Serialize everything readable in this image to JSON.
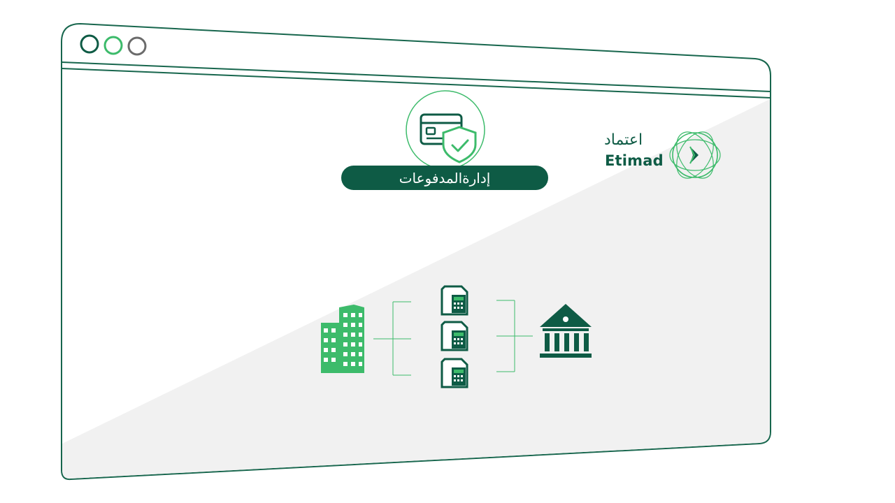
{
  "window": {
    "traffic_lights": [
      {
        "name": "dark-green",
        "color": "#0e5b45"
      },
      {
        "name": "light-green",
        "color": "#3dbb6b"
      },
      {
        "name": "gray",
        "color": "#6b6b6b"
      }
    ]
  },
  "feature": {
    "label": "إدارةالمدفوعات",
    "icon": "card-shield-icon"
  },
  "logo": {
    "arabic": "اعتماد",
    "english": "Etimad",
    "icon": "etimad-emblem-icon"
  },
  "flow": {
    "left_icon": "building-icon",
    "middle_icons": [
      "invoice-calculator-icon",
      "invoice-calculator-icon",
      "invoice-calculator-icon"
    ],
    "right_icon": "bank-icon"
  },
  "colors": {
    "dark_green": "#0e5b45",
    "brand_green": "#3dbb6b",
    "light_bg": "#f1f1f1",
    "outline": "#17664d"
  }
}
